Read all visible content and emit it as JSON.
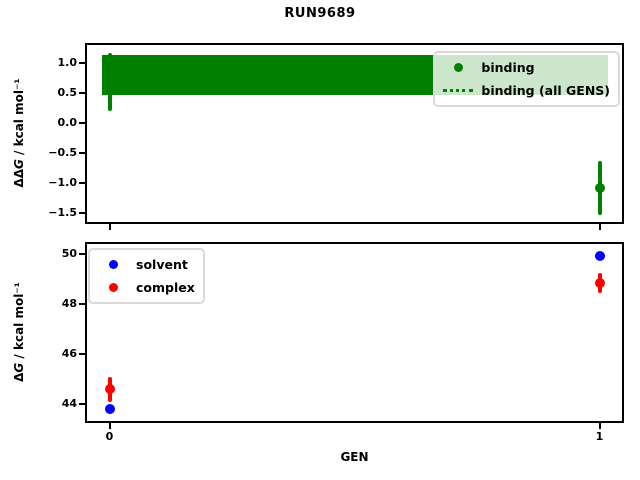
{
  "title": "RUN9689",
  "colors": {
    "binding": "#008000",
    "solvent": "#0000ff",
    "complex": "#ff0000"
  },
  "chart_data": [
    {
      "type": "scatter",
      "panel": "top",
      "title": "RUN9689",
      "xlabel": "",
      "ylabel": "ΔΔG / kcal mol⁻¹",
      "ylabel_prefix": "ΔΔ",
      "ylabel_g": "G",
      "ylabel_unit": " / kcal mol⁻¹",
      "x": [
        0,
        1
      ],
      "series": [
        {
          "name": "binding",
          "color": "#008000",
          "values": [
            0.68,
            -1.08
          ],
          "yerr": [
            0.48,
            0.45
          ]
        }
      ],
      "all_gens": {
        "label": "binding (all GENS)",
        "mean": 0.8,
        "band": [
          0.47,
          1.13
        ],
        "band_x": [
          0,
          1
        ],
        "color": "#008000",
        "line_style": "dotted"
      },
      "xlim": [
        -0.05,
        1.05
      ],
      "ylim": [
        -1.68,
        1.33
      ],
      "yticks": [
        {
          "v": 1.0,
          "label": "1.0"
        },
        {
          "v": 0.5,
          "label": "0.5"
        },
        {
          "v": 0.0,
          "label": "0.0"
        },
        {
          "v": -0.5,
          "label": "−0.5"
        },
        {
          "v": -1.0,
          "label": "−1.0"
        },
        {
          "v": -1.5,
          "label": "−1.5"
        }
      ],
      "xticks": [
        {
          "v": 0,
          "label": ""
        },
        {
          "v": 1,
          "label": ""
        }
      ],
      "legend": {
        "position": "upper right",
        "items": [
          {
            "label": "binding",
            "marker": "dot",
            "color": "#008000"
          },
          {
            "label": "binding (all GENS)",
            "marker": "dotted-line",
            "color": "#008000"
          }
        ]
      },
      "grid": false
    },
    {
      "type": "scatter",
      "panel": "bottom",
      "xlabel": "GEN",
      "ylabel": "ΔG / kcal mol⁻¹",
      "ylabel_prefix": "Δ",
      "ylabel_g": "G",
      "ylabel_unit": " / kcal mol⁻¹",
      "x": [
        0,
        1
      ],
      "series": [
        {
          "name": "solvent",
          "color": "#0000ff",
          "values": [
            43.8,
            49.9
          ],
          "yerr": [
            0.18,
            0.12
          ]
        },
        {
          "name": "complex",
          "color": "#ff0000",
          "values": [
            44.6,
            48.85
          ],
          "yerr": [
            0.5,
            0.4
          ]
        }
      ],
      "xlim": [
        -0.05,
        1.05
      ],
      "ylim": [
        43.25,
        50.47
      ],
      "yticks": [
        {
          "v": 50,
          "label": "50"
        },
        {
          "v": 48,
          "label": "48"
        },
        {
          "v": 46,
          "label": "46"
        },
        {
          "v": 44,
          "label": "44"
        }
      ],
      "xticks": [
        {
          "v": 0,
          "label": "0"
        },
        {
          "v": 1,
          "label": "1"
        }
      ],
      "legend": {
        "position": "upper left",
        "items": [
          {
            "label": "solvent",
            "marker": "dot",
            "color": "#0000ff"
          },
          {
            "label": "complex",
            "marker": "dot",
            "color": "#ff0000"
          }
        ]
      },
      "grid": false
    }
  ]
}
